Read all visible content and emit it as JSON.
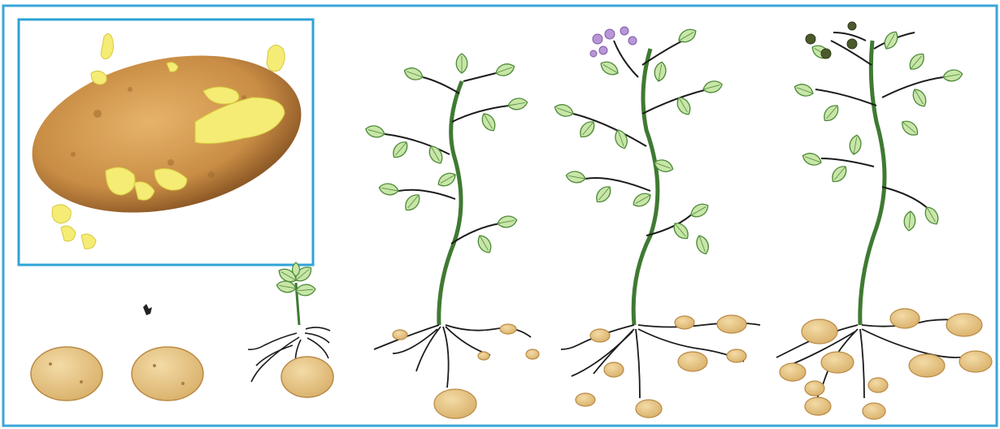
{
  "diagram": {
    "stages": [
      {
        "id": "sprouting-tuber-closeup"
      },
      {
        "id": "seed-tuber"
      },
      {
        "id": "tuber-with-eye-sprout"
      },
      {
        "id": "seedling"
      },
      {
        "id": "young-plant"
      },
      {
        "id": "flowering-plant"
      },
      {
        "id": "fruiting-plant"
      }
    ],
    "colors": {
      "frame": "#3aa6d8",
      "inset_frame": "#2ea3d6",
      "stem": "#3f7a32",
      "leaf_fill": "#c8e6a8",
      "leaf_stroke": "#4f8a3a",
      "tuber_fill": "#e9c98c",
      "tuber_stroke": "#b98a45",
      "big_tuber": "#c98d45",
      "sprout": "#f4ec74",
      "root": "#1b1b1b",
      "flower": "#b896d8",
      "berry": "#4d5a2c"
    }
  }
}
